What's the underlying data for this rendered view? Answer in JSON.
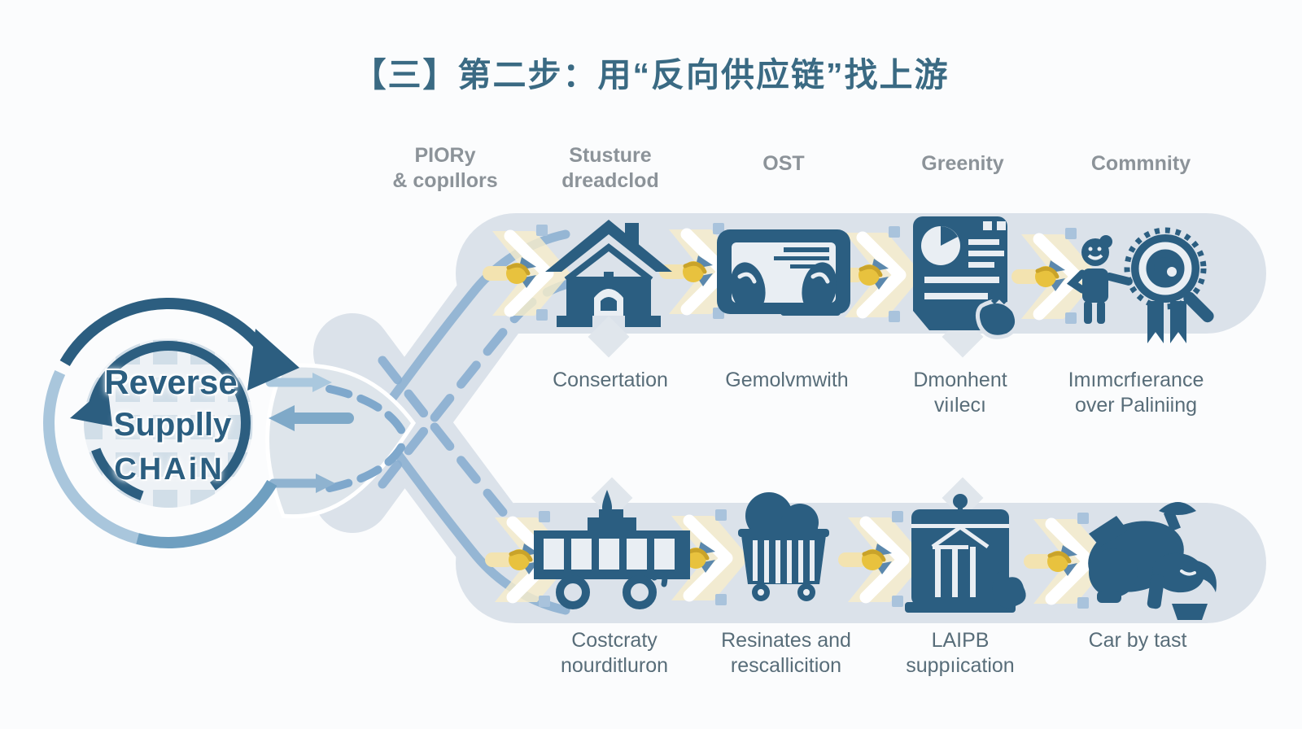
{
  "title": "【三】第二步：用“反向供应链”找上游",
  "hub": {
    "line1": "Reverse",
    "line2": "Supplly",
    "line3": "CHAiN"
  },
  "top_row": {
    "headers": [
      "PIORy\n& copıllors",
      "Stusture\ndreadclod",
      "OST",
      "Greenity",
      "Commnity"
    ],
    "steps": [
      {
        "icon": "house-icon",
        "label": "Consertation"
      },
      {
        "icon": "tablet-hands-icon",
        "label": "Gemolvmwith"
      },
      {
        "icon": "report-document-icon",
        "label": "Dmonhent\nviılecı"
      },
      {
        "icon": "child-award-icon",
        "label": "Imımcrfıerance\nover Paliniing"
      }
    ]
  },
  "bottom_row": {
    "steps": [
      {
        "icon": "building-trolley-icon",
        "label": "Costcraty\nnourditluron"
      },
      {
        "icon": "coal-cart-icon",
        "label": "Resinates and\nrescallicition"
      },
      {
        "icon": "container-columns-icon",
        "label": "LAIPB\nsuppıication"
      },
      {
        "icon": "creature-icon",
        "label": "Car by  tast"
      }
    ]
  },
  "colors": {
    "icon_dark_blue": "#2b5e81",
    "band_light": "#dbe2ea",
    "dash_blue": "#88aed0",
    "accent_yellow": "#e8c23e",
    "header_gray": "#8c9399",
    "label_slate": "#586d79",
    "title_teal": "#3a6a83"
  }
}
